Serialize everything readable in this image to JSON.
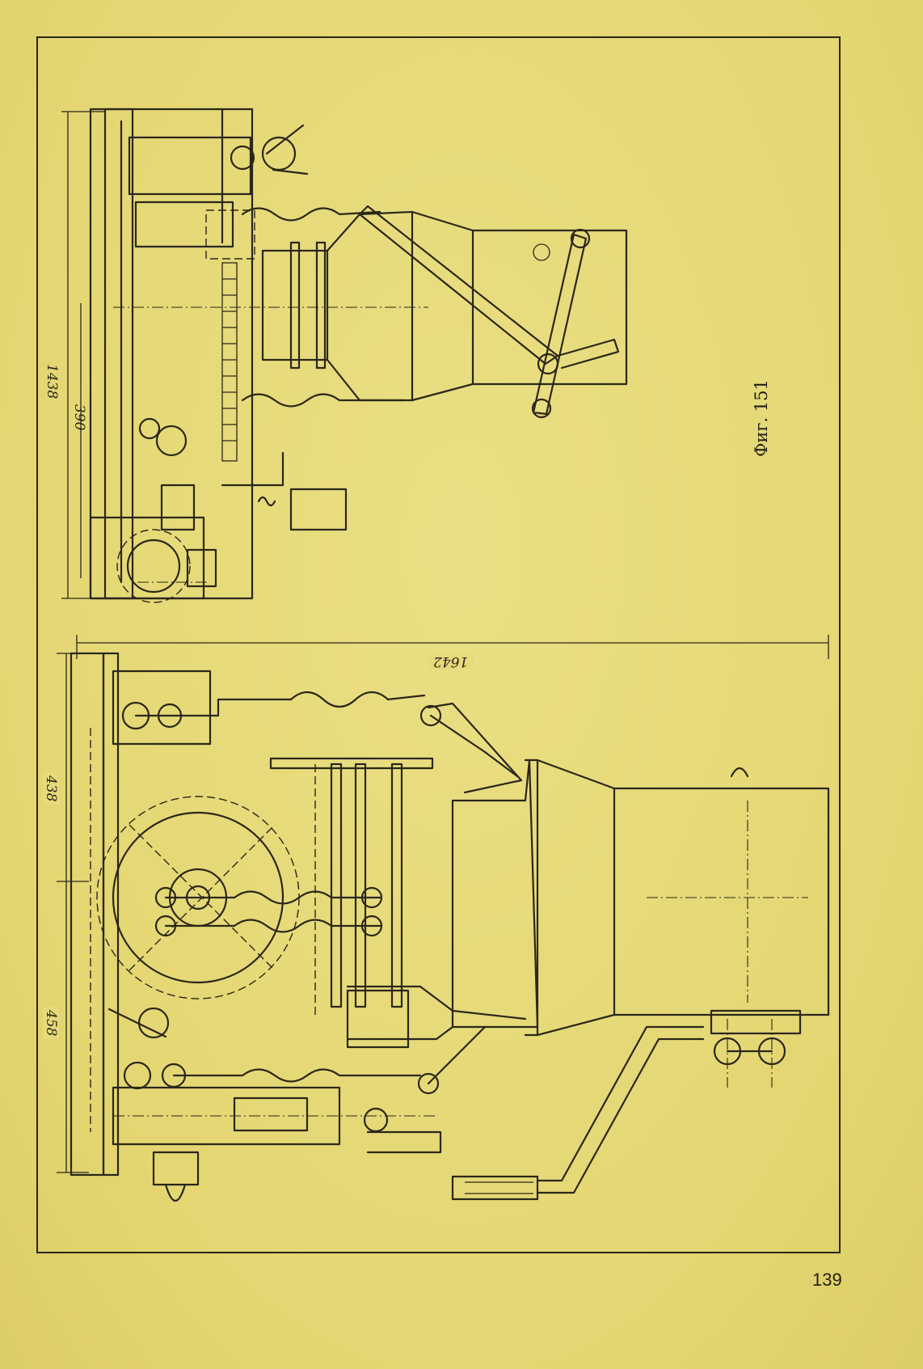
{
  "figure": {
    "caption": "Фиг. 151",
    "dimensions": {
      "top_length": "1438",
      "top_sub": "390",
      "bottom_span": "1642",
      "left_a": "438",
      "left_b": "458"
    }
  },
  "page": {
    "number": "139"
  },
  "colors": {
    "paper": "#e6d97a",
    "ink": "#2b271a"
  }
}
